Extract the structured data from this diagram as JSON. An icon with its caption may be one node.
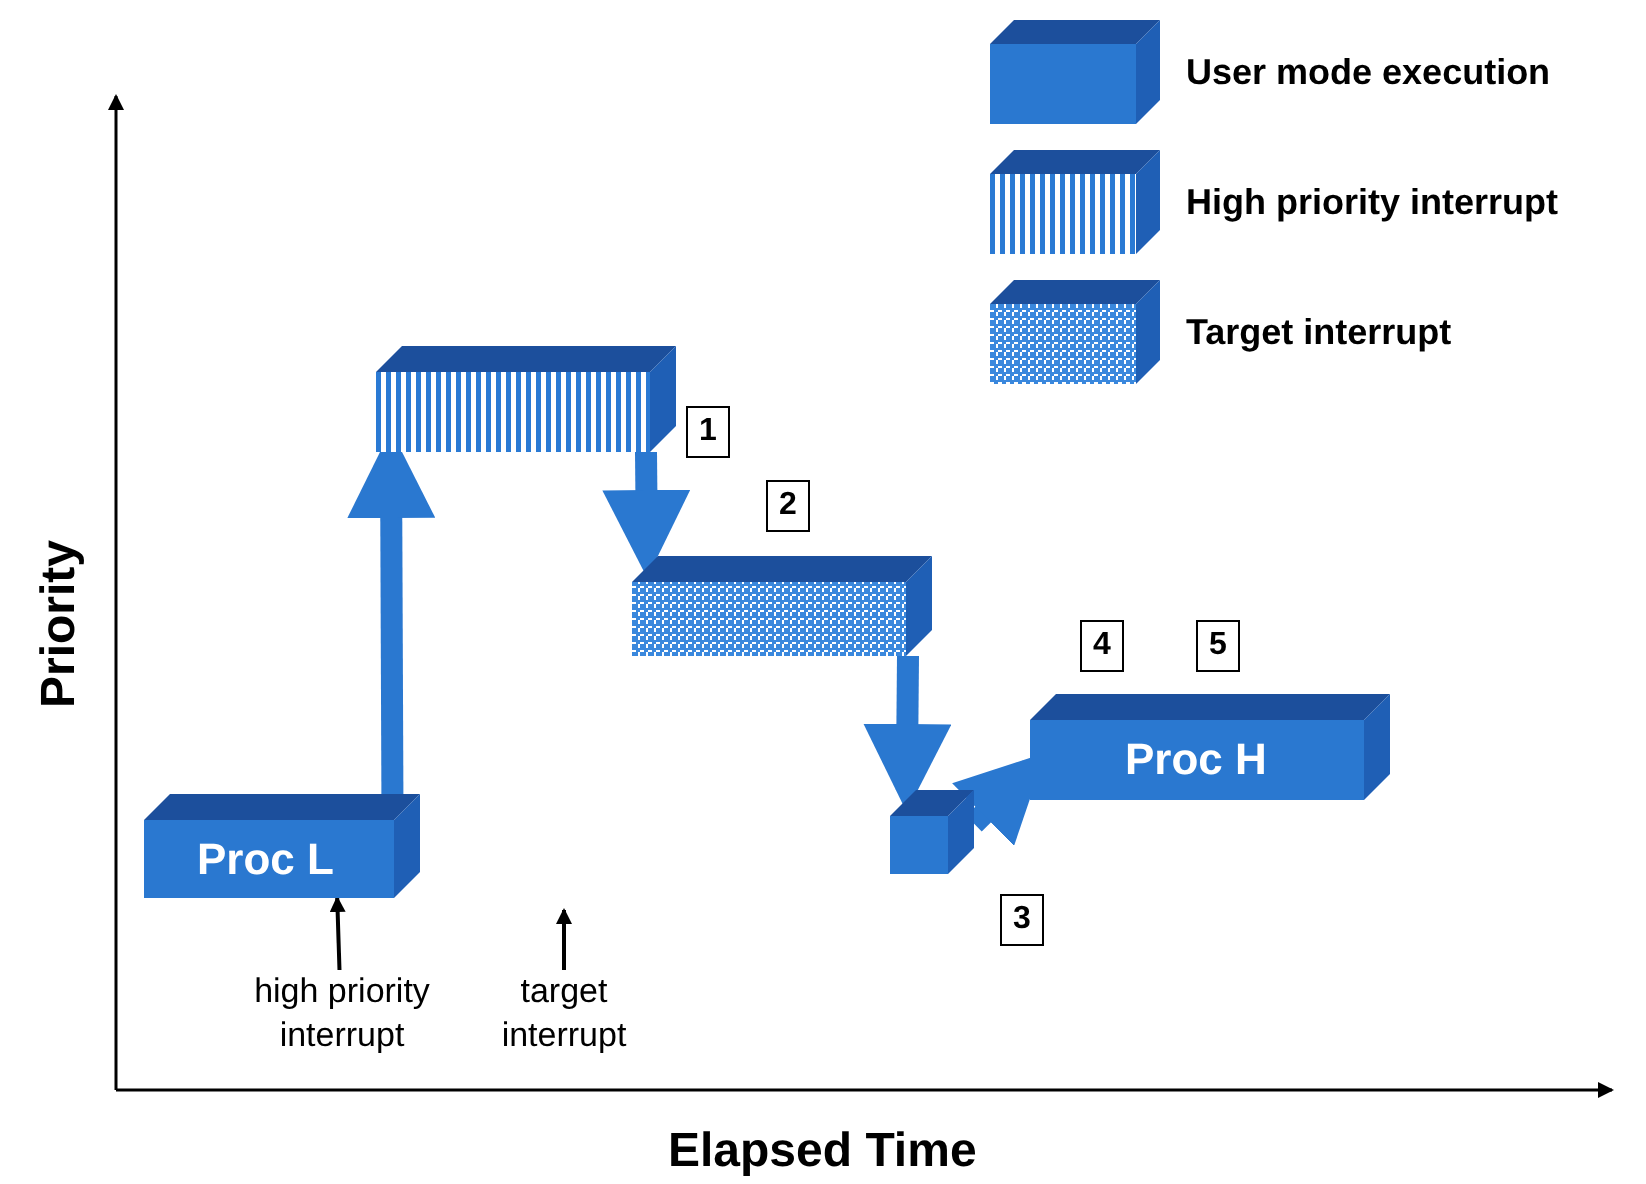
{
  "diagram": {
    "nodes": [
      {
        "text": [
          "Proc L"
        ]
      },
      {
        "text": [],
        "shape": "box"
      },
      {
        "text": [],
        "shape": "box"
      },
      {
        "text": [],
        "shape": "box"
      },
      {
        "text": [
          "Proc H"
        ]
      },
      {
        "text": [
          "high priority interrupt"
        ]
      },
      {
        "text": [
          "target interrupt"
        ]
      }
    ],
    "edges": [
      {
        "from": 0,
        "to": 1,
        "arrow": "to"
      },
      {
        "from": 1,
        "to": 2,
        "arrow": "to"
      },
      {
        "from": 2,
        "to": 3,
        "arrow": "to"
      },
      {
        "from": 3,
        "to": 4,
        "arrow": "to"
      },
      {
        "from": 5,
        "to": 0,
        "arrow": "to",
        "color": "#000000"
      },
      {
        "from": 6,
        "to": null,
        "arrow": "to",
        "color": "#000000"
      }
    ],
    "labels": [
      "1",
      "2",
      "3",
      "4",
      "5",
      "Priority",
      "Elapsed Time"
    ],
    "legend": [
      {
        "text": "User mode execution"
      },
      {
        "text": "High priority interrupt"
      },
      {
        "text": "Target interrupt"
      }
    ]
  }
}
